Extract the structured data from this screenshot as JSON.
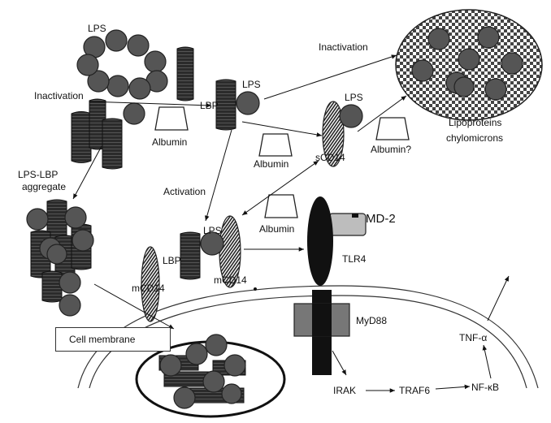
{
  "labels": {
    "lps_top": "LPS",
    "inactivation_left": "Inactivation",
    "lbp_top": "LBP",
    "lps_lbp": "LPS",
    "inactivation_top": "Inactivation",
    "lps_scd14": "LPS",
    "lipoproteins": "Lipoproteins",
    "chylomicrons": "chylomicrons",
    "albumin_1": "Albumin",
    "albumin_2": "Albumin",
    "albumin_3": "Albumin?",
    "albumin_4": "Albumin",
    "scd14": "sCD14",
    "lps_lbp_aggregate_1": "LPS-LBP",
    "lps_lbp_aggregate_2": "aggregate",
    "activation": "Activation",
    "md2": "MD-2",
    "lps_membrane": "LPS",
    "lbp_membrane": "LBP",
    "tlr4": "TLR4",
    "mcd14_left": "mCD14",
    "mcd14_right": "mCD14",
    "myd88": "MyD88",
    "tnf": "TNF-α",
    "irak": "IRAK",
    "traf6": "TRAF6",
    "nfkb": "NF-κB",
    "cell_membrane": "Cell membrane"
  }
}
